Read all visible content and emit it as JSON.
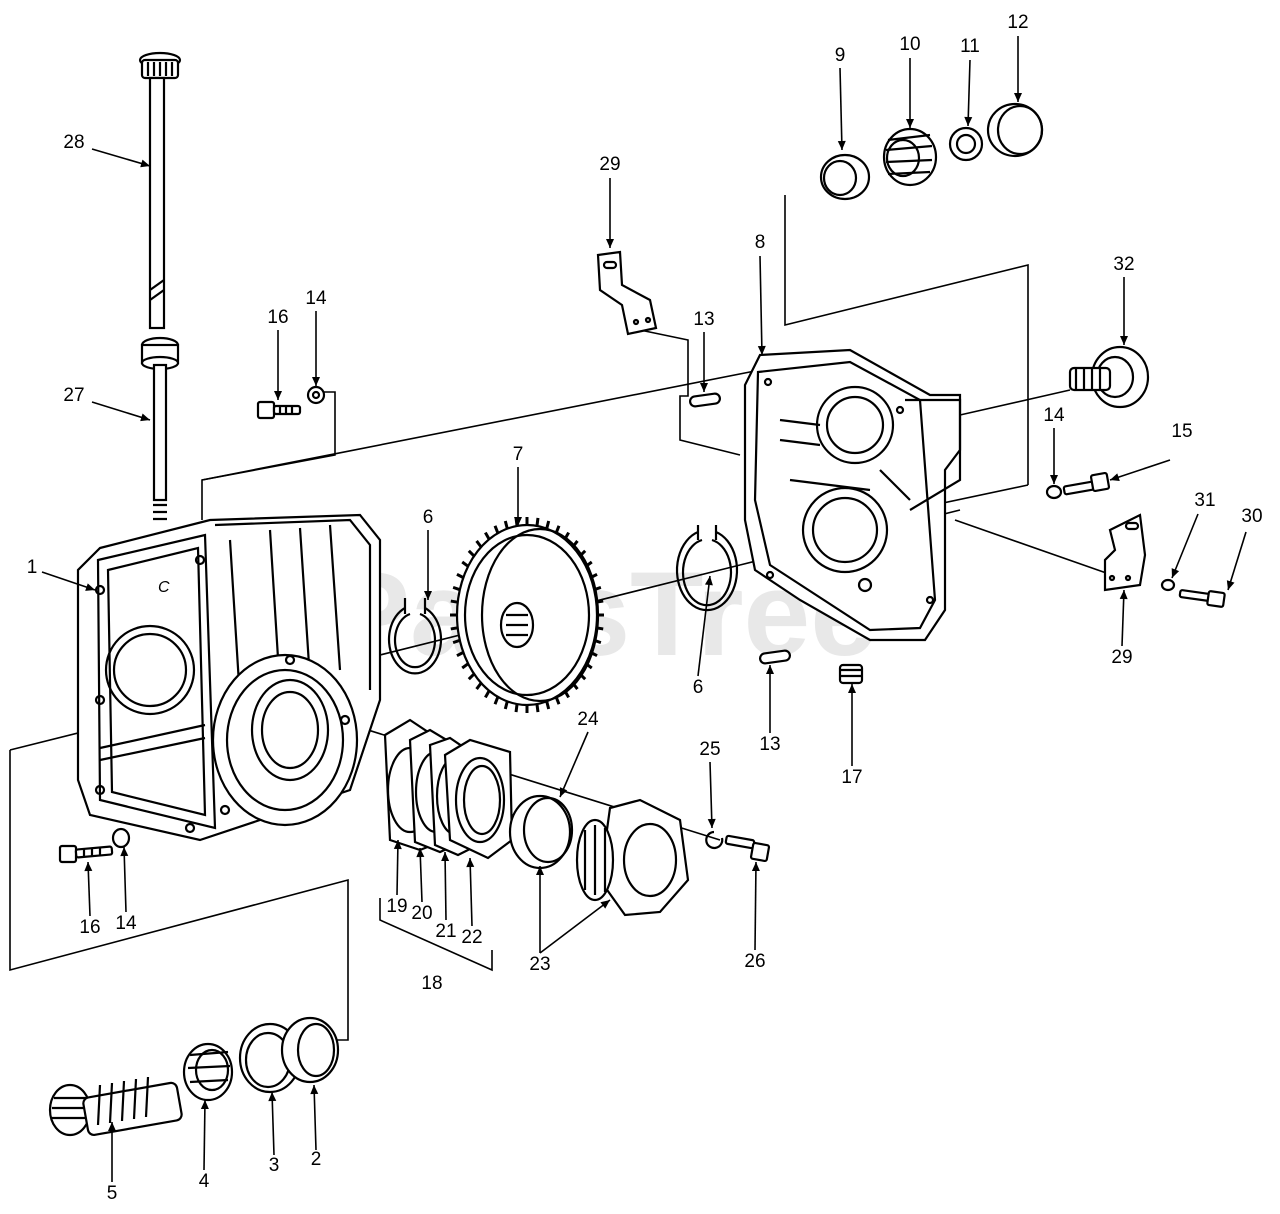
{
  "watermark": "PartsTree",
  "callouts": [
    {
      "id": "c1",
      "text": "1"
    },
    {
      "id": "c2",
      "text": "2"
    },
    {
      "id": "c3",
      "text": "3"
    },
    {
      "id": "c4",
      "text": "4"
    },
    {
      "id": "c5",
      "text": "5"
    },
    {
      "id": "c6a",
      "text": "6"
    },
    {
      "id": "c6b",
      "text": "6"
    },
    {
      "id": "c7",
      "text": "7"
    },
    {
      "id": "c8",
      "text": "8"
    },
    {
      "id": "c9",
      "text": "9"
    },
    {
      "id": "c10",
      "text": "10"
    },
    {
      "id": "c11",
      "text": "11"
    },
    {
      "id": "c12",
      "text": "12"
    },
    {
      "id": "c13a",
      "text": "13"
    },
    {
      "id": "c13b",
      "text": "13"
    },
    {
      "id": "c14a",
      "text": "14"
    },
    {
      "id": "c14b",
      "text": "14"
    },
    {
      "id": "c14c",
      "text": "14"
    },
    {
      "id": "c15",
      "text": "15"
    },
    {
      "id": "c16a",
      "text": "16"
    },
    {
      "id": "c16b",
      "text": "16"
    },
    {
      "id": "c17",
      "text": "17"
    },
    {
      "id": "c18",
      "text": "18"
    },
    {
      "id": "c19",
      "text": "19"
    },
    {
      "id": "c20",
      "text": "20"
    },
    {
      "id": "c21",
      "text": "21"
    },
    {
      "id": "c22",
      "text": "22"
    },
    {
      "id": "c23",
      "text": "23"
    },
    {
      "id": "c24",
      "text": "24"
    },
    {
      "id": "c25",
      "text": "25"
    },
    {
      "id": "c26",
      "text": "26"
    },
    {
      "id": "c27",
      "text": "27"
    },
    {
      "id": "c28",
      "text": "28"
    },
    {
      "id": "c29a",
      "text": "29"
    },
    {
      "id": "c29b",
      "text": "29"
    },
    {
      "id": "c30",
      "text": "30"
    },
    {
      "id": "c31",
      "text": "31"
    },
    {
      "id": "c32",
      "text": "32"
    }
  ]
}
